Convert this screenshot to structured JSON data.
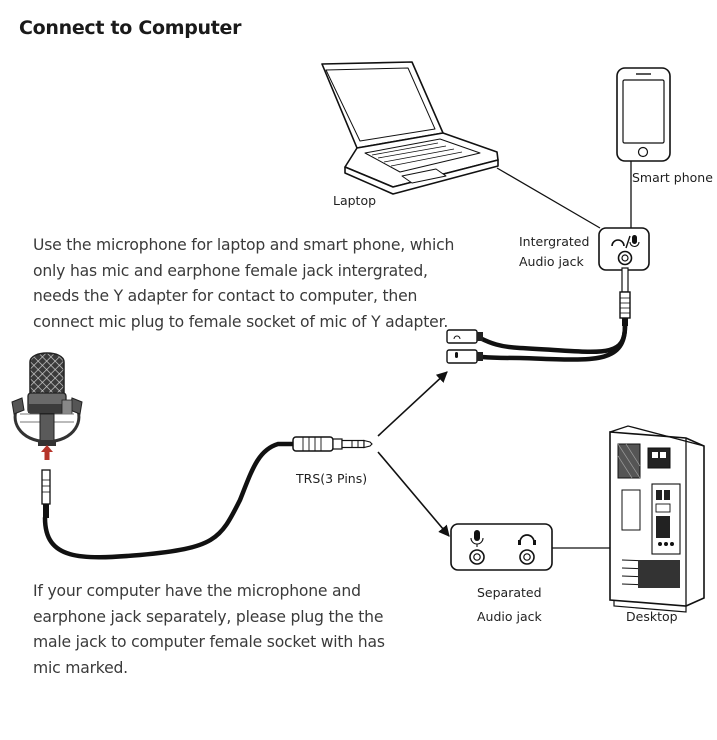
{
  "title": "Connect to Computer",
  "instructions": {
    "combined_jack_lines": [
      "Use the microphone for laptop and smart phone, which",
      "only has mic and earphone female jack intergrated,",
      "needs the Y adapter for contact to computer, then",
      "connect mic plug to female socket of mic of Y adapter."
    ],
    "separate_jack_lines": [
      "If your computer have the microphone and",
      "earphone jack separately, please plug the the",
      "male jack to computer female socket with has",
      "mic marked."
    ]
  },
  "labels": {
    "laptop": "Laptop",
    "smart_phone": "Smart phone",
    "integrated_jack_line1": "Intergrated",
    "integrated_jack_line2": "Audio jack",
    "trs": "TRS(3 Pins)",
    "separated_jack_line1": "Separated",
    "separated_jack_line2": "Audio jack",
    "desktop": "Desktop"
  },
  "icons": {
    "microphone": "studio-microphone-icon",
    "laptop": "laptop-icon",
    "phone": "smartphone-icon",
    "desktop": "desktop-tower-icon",
    "headphone": "headphone-icon",
    "mic_small": "mic-icon"
  }
}
